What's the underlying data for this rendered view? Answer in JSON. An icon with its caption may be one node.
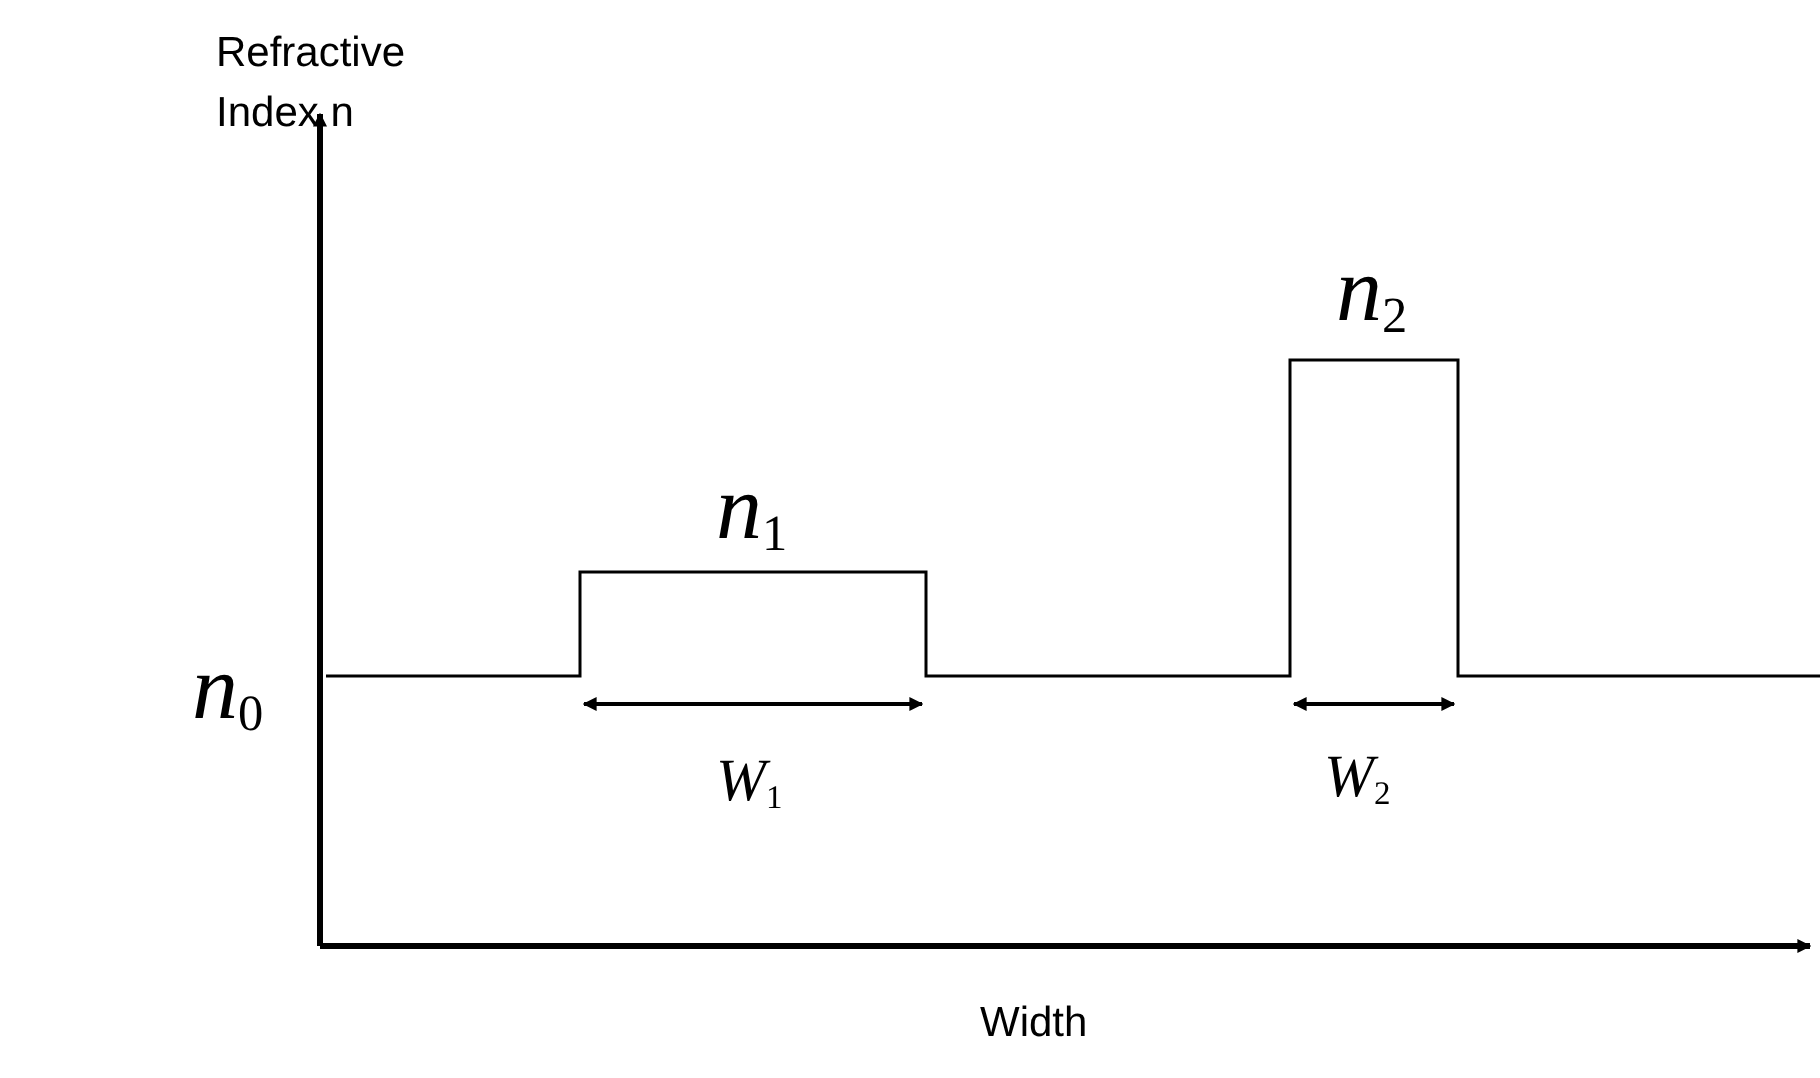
{
  "diagram": {
    "labels": [
      "Refractive Index n",
      "*n*$_{0}$",
      "*n*$_{1}$",
      "*n*$_{2}$",
      "*W*$_{1}$",
      "*W*$_{2}$",
      "Width"
    ]
  }
}
